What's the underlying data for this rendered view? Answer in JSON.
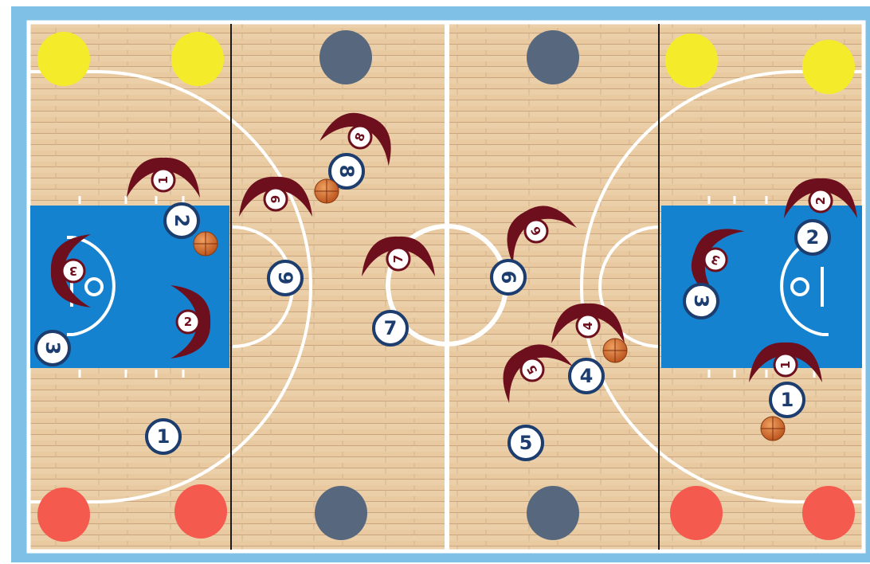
{
  "colors": {
    "frame": "#7ec0e6",
    "floor": "#e8c9a0",
    "plank_line": "#c9a680",
    "paint": "#1582cf",
    "line": "#ffffff",
    "divider": "#1a1a1a",
    "spot_yellow": "#f4ec2a",
    "spot_gray": "#56677e",
    "spot_red": "#f55a4e",
    "offense_fill": "#ffffff",
    "offense_ring": "#1c3d6e",
    "defense": "#6e0f1e",
    "ball": "#d2691e"
  },
  "offense_players": [
    {
      "number": "1",
      "label": "offense-player-1-left"
    },
    {
      "number": "2",
      "label": "offense-player-2-left"
    },
    {
      "number": "3",
      "label": "offense-player-3-left"
    },
    {
      "number": "9",
      "label": "offense-player-9"
    },
    {
      "number": "8",
      "label": "offense-player-8"
    },
    {
      "number": "7",
      "label": "offense-player-7"
    },
    {
      "number": "6",
      "label": "offense-player-6"
    },
    {
      "number": "4",
      "label": "offense-player-4"
    },
    {
      "number": "5",
      "label": "offense-player-5"
    },
    {
      "number": "2",
      "label": "offense-player-2-right"
    },
    {
      "number": "3",
      "label": "offense-player-3-right"
    },
    {
      "number": "1",
      "label": "offense-player-1-right"
    }
  ],
  "defense_players": [
    {
      "number": "1",
      "label": "defender-1-left"
    },
    {
      "number": "3",
      "label": "defender-3-left"
    },
    {
      "number": "2",
      "label": "defender-2-left"
    },
    {
      "number": "9",
      "label": "defender-9"
    },
    {
      "number": "8",
      "label": "defender-8"
    },
    {
      "number": "7",
      "label": "defender-7"
    },
    {
      "number": "6",
      "label": "defender-6"
    },
    {
      "number": "4",
      "label": "defender-4"
    },
    {
      "number": "5",
      "label": "defender-5"
    },
    {
      "number": "2",
      "label": "defender-2-right"
    },
    {
      "number": "3",
      "label": "defender-3-right"
    },
    {
      "number": "1",
      "label": "defender-1-right"
    }
  ],
  "balls": 4
}
